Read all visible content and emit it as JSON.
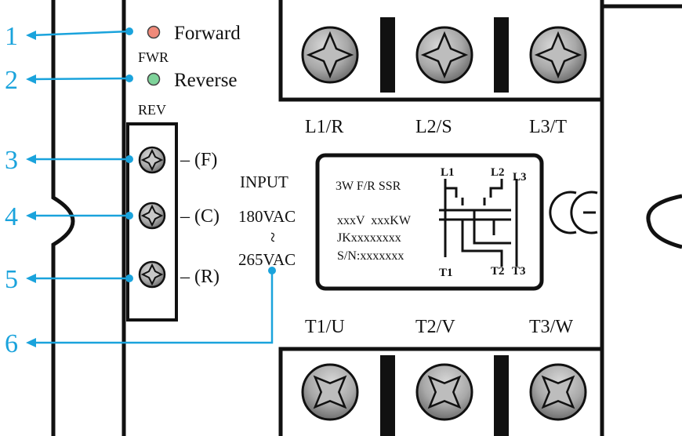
{
  "callouts": [
    {
      "num": "1",
      "color": "#1aa3dc"
    },
    {
      "num": "2",
      "color": "#1aa3dc"
    },
    {
      "num": "3",
      "color": "#1aa3dc"
    },
    {
      "num": "4",
      "color": "#1aa3dc"
    },
    {
      "num": "5",
      "color": "#1aa3dc"
    },
    {
      "num": "6",
      "color": "#1aa3dc"
    }
  ],
  "indicators": {
    "forward": {
      "label": "Forward",
      "code": "FWR",
      "color": "#f08a7a"
    },
    "reverse": {
      "label": "Reverse",
      "code": "REV",
      "color": "#7ed39a"
    }
  },
  "input_terminals": {
    "f": "– (F)",
    "c": "– (C)",
    "r": "– (R)"
  },
  "input_spec": {
    "title": "INPUT",
    "low": "180VAC",
    "tilde": "~",
    "high": "265VAC"
  },
  "line_terminals": [
    "L1/R",
    "L2/S",
    "L3/T"
  ],
  "load_terminals": [
    "T1/U",
    "T2/V",
    "T3/W"
  ],
  "label_box": {
    "model": "3W F/R SSR",
    "rating": "xxxV  xxxKW",
    "part": "JKxxxxxxxx",
    "serial": "S/N:xxxxxxx",
    "schematic": {
      "l1": "L1",
      "l2": "L2",
      "l3": "L3",
      "t1": "T1",
      "t2": "T2",
      "t3": "T3"
    }
  },
  "ce_mark": "CE"
}
